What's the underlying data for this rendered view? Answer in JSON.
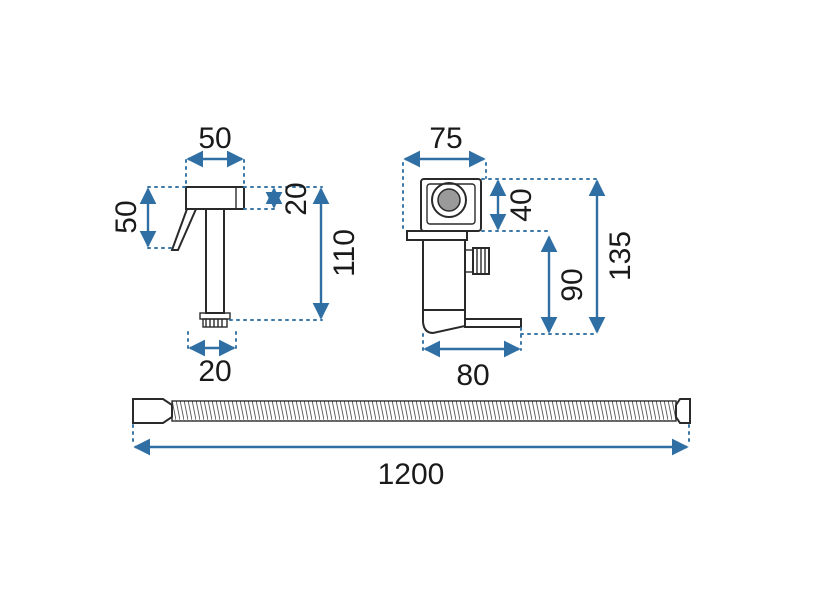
{
  "dimensions": {
    "spray_width": "50",
    "spray_height": "50",
    "spray_head_thickness": "20",
    "spray_total_height": "110",
    "spray_stem_width": "20",
    "valve_width": "75",
    "valve_top_height": "40",
    "valve_total_height": "135",
    "valve_outlet_height": "90",
    "valve_depth": "80",
    "hose_length": "1200"
  },
  "colors": {
    "dimension_line": "#2f6fa3",
    "outline": "#2a2a2a",
    "text": "#1a1a1a"
  }
}
